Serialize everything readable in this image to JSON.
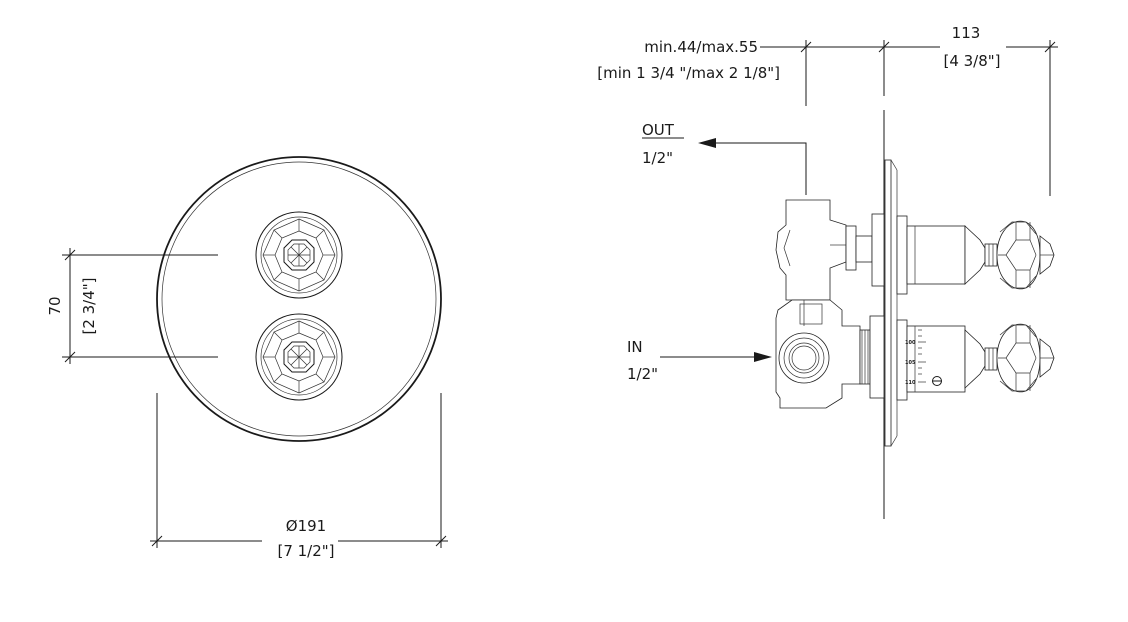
{
  "front_view": {
    "diameter_mm": "Ø191",
    "diameter_in": "[7 1/2\"]",
    "spacing_mm": "70",
    "spacing_in": "[2 3/4\"]"
  },
  "side_view": {
    "depth_range_mm": "min.44/max.55",
    "depth_range_in": "[min 1 3/4 \"/max 2 1/8\"]",
    "projection_mm": "113",
    "projection_in": "[4 3/8\"]",
    "outlet_label": "OUT",
    "outlet_size": "1/2\"",
    "inlet_label": "IN",
    "inlet_size": "1/2\"",
    "scale_marks": [
      "100",
      "105",
      "110"
    ]
  }
}
